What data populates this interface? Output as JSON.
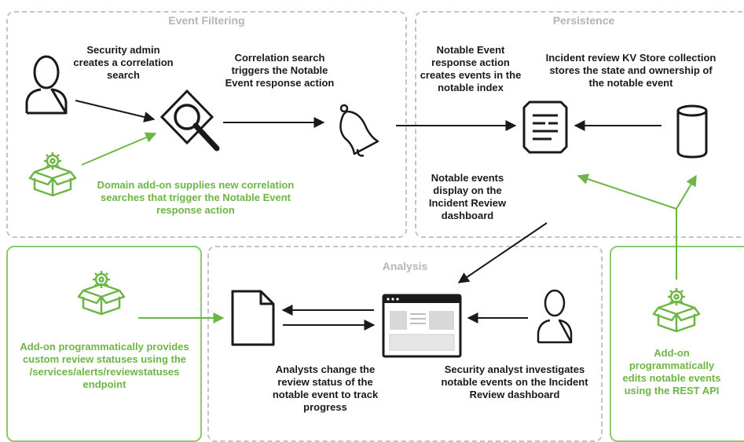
{
  "panels": {
    "event_filtering": "Event Filtering",
    "persistence": "Persistence",
    "analysis": "Analysis"
  },
  "labels": {
    "security_admin": "Security admin creates a correlation search",
    "correlation_search": "Correlation search triggers the Notable Event response action",
    "domain_addon": "Domain add-on supplies new correlation searches that trigger the Notable Event response action",
    "notable_event_response": "Notable Event response action creates events in the notable index",
    "kv_store": "Incident review KV Store collection stores the state and ownership of the notable event",
    "notable_display": "Notable events display on the Incident Review dashboard",
    "addon_review_statuses": "Add-on programmatically provides custom review statuses using the /services/alerts/reviewstatuses endpoint",
    "analysts_change": "Analysts change the review status of the notable event to track progress",
    "security_analyst": "Security analyst investigates notable events on the Incident Review dashboard",
    "addon_rest_api": "Add-on programmatically edits notable events using the REST API"
  },
  "colors": {
    "green": "#6db544",
    "dark": "#1a1a1a",
    "dashed_border": "#c4c4c4",
    "panel_title": "#b5b5b5"
  },
  "icons": {
    "admin": "person-icon",
    "search": "magnifier-icon",
    "bell": "bell-icon",
    "index": "document-list-icon",
    "kv_store": "database-cylinder-icon",
    "addon": "gear-box-icon",
    "file": "file-icon",
    "dashboard": "dashboard-window-icon",
    "analyst": "person-icon"
  }
}
